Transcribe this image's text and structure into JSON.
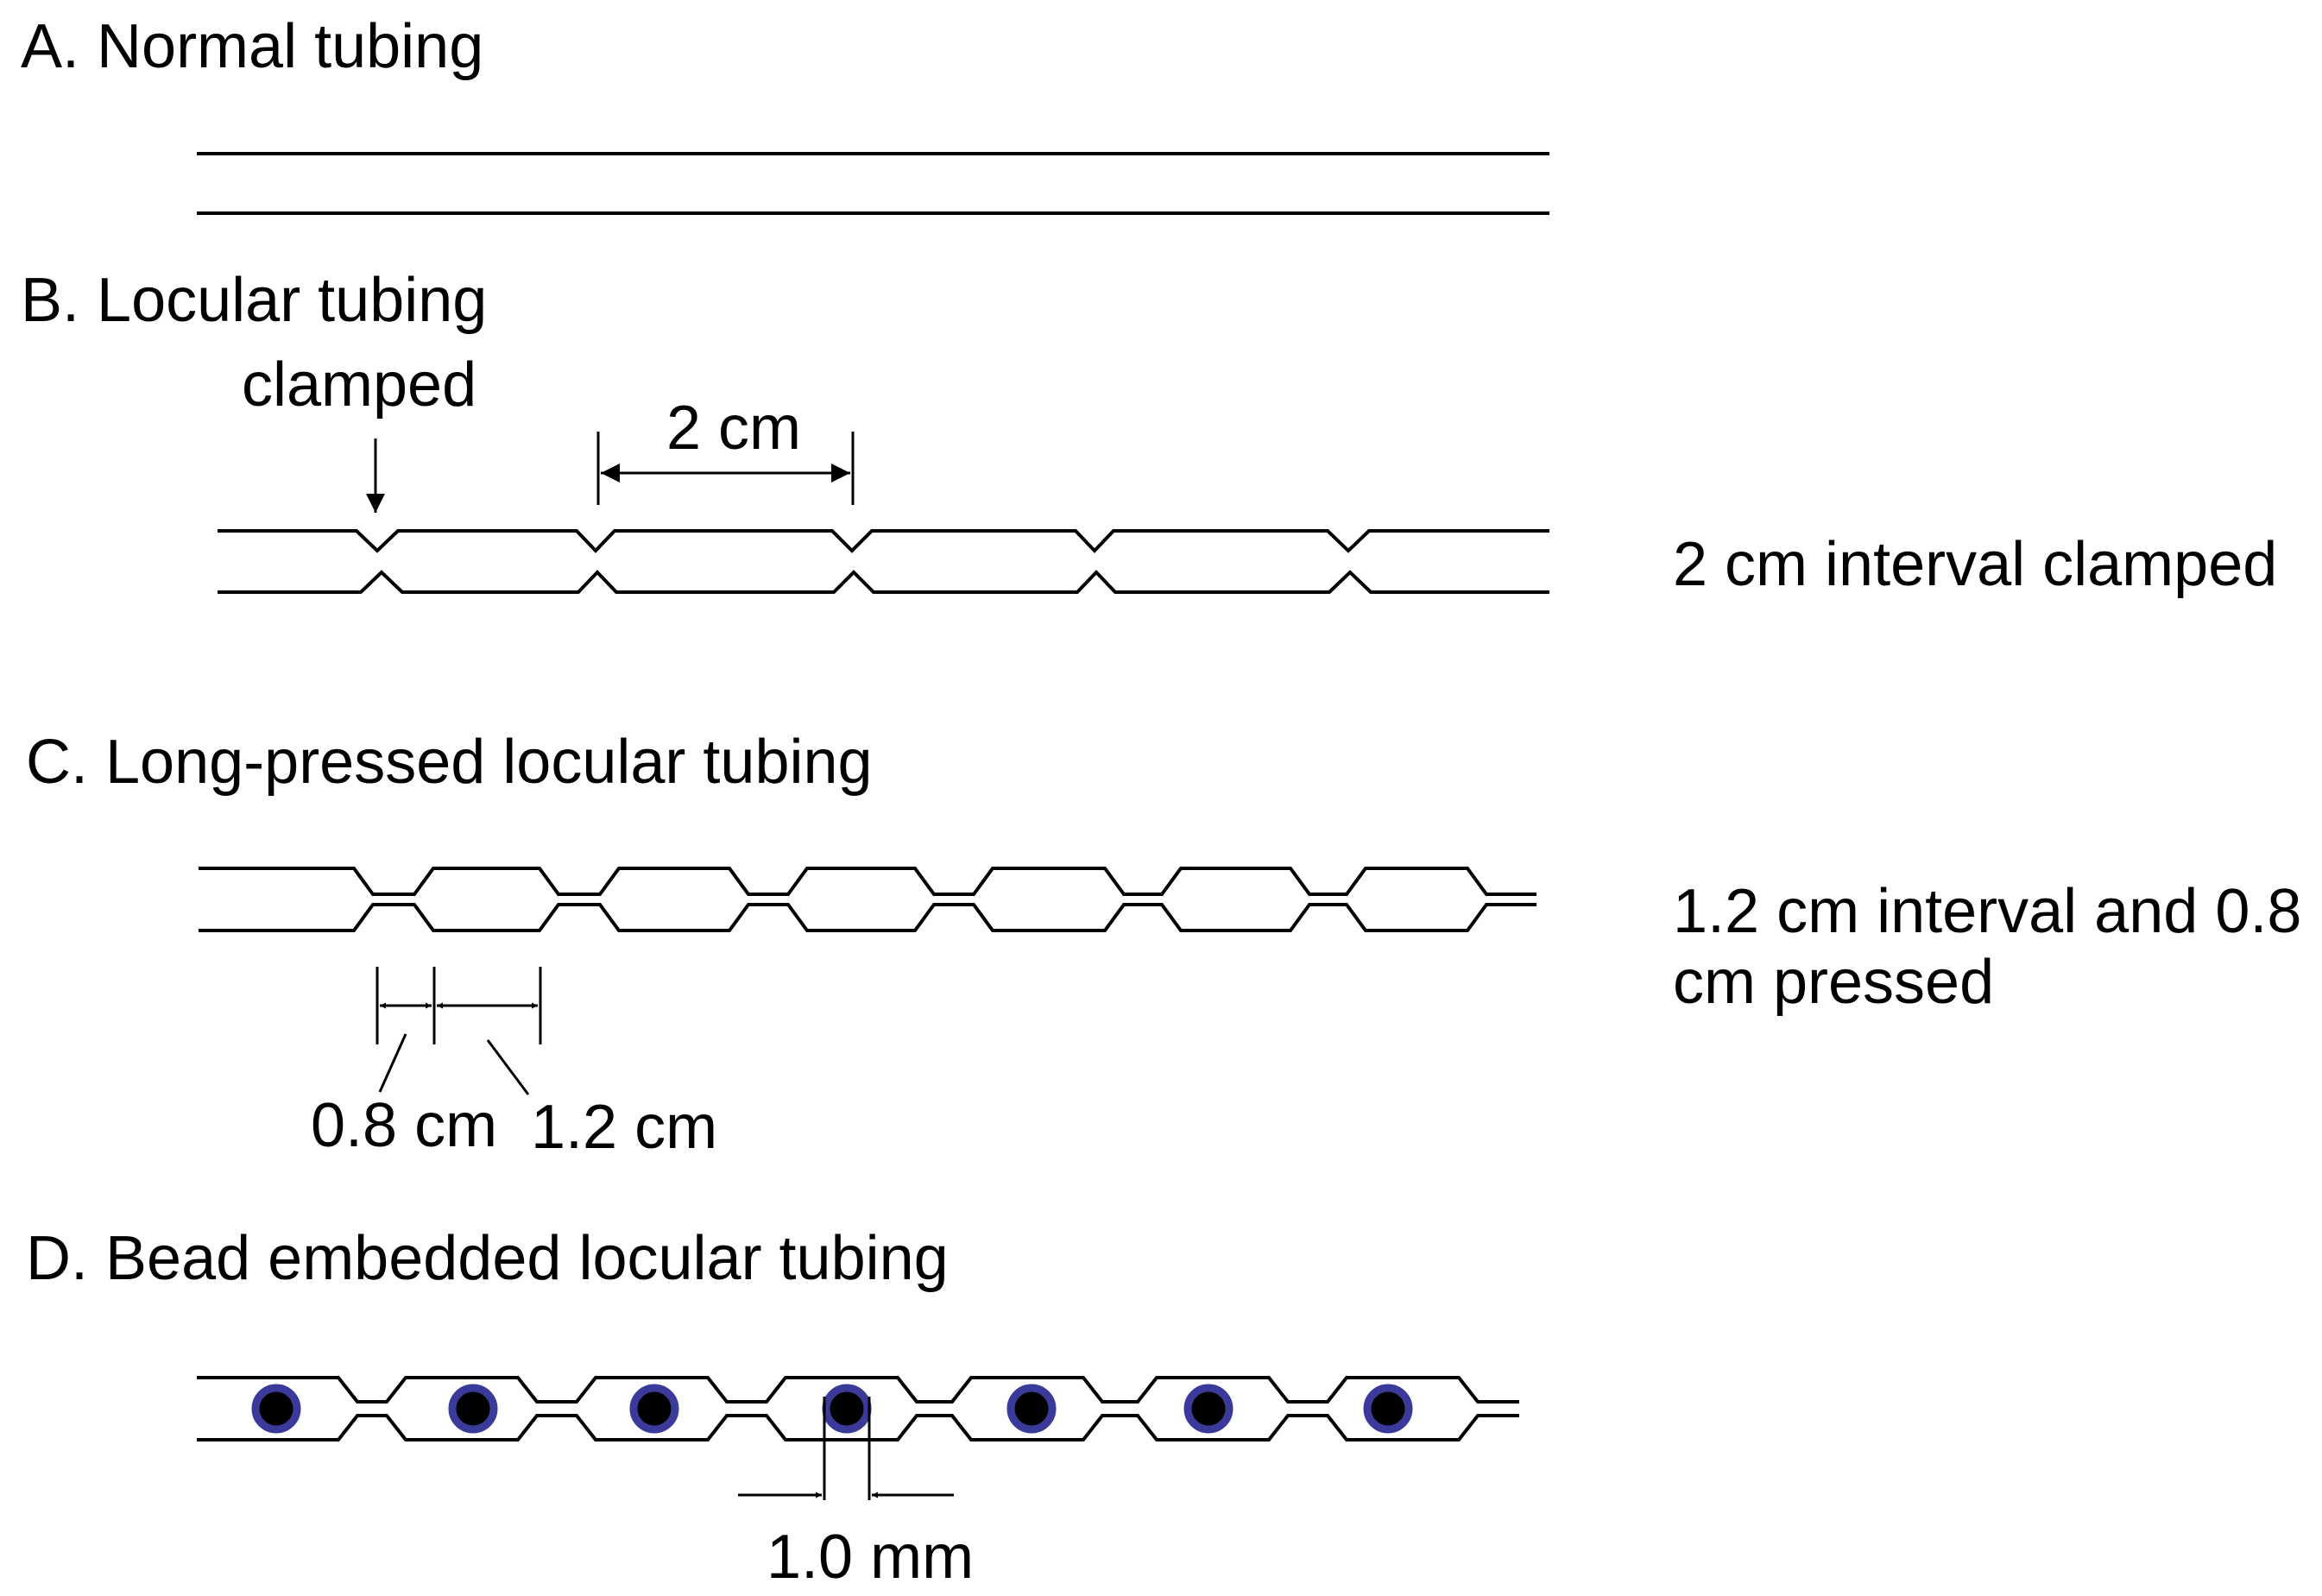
{
  "panels": {
    "a": {
      "title": "A. Normal tubing"
    },
    "b": {
      "title": "B. Locular tubing",
      "clamp_label": "clamped",
      "interval_label": "2 cm",
      "note": "2 cm interval clamped"
    },
    "c": {
      "title": "C. Long-pressed locular tubing",
      "press_label": "0.8 cm",
      "interval_label": "1.2 cm",
      "note_line1": "1.2 cm interval and 0.8",
      "note_line2": "cm pressed"
    },
    "d": {
      "title": "D. Bead embedded locular tubing",
      "bead_label": "1.0 mm",
      "bead_count": 7,
      "bead_fill": "#000000",
      "bead_ring": "#3a3a9a"
    }
  }
}
